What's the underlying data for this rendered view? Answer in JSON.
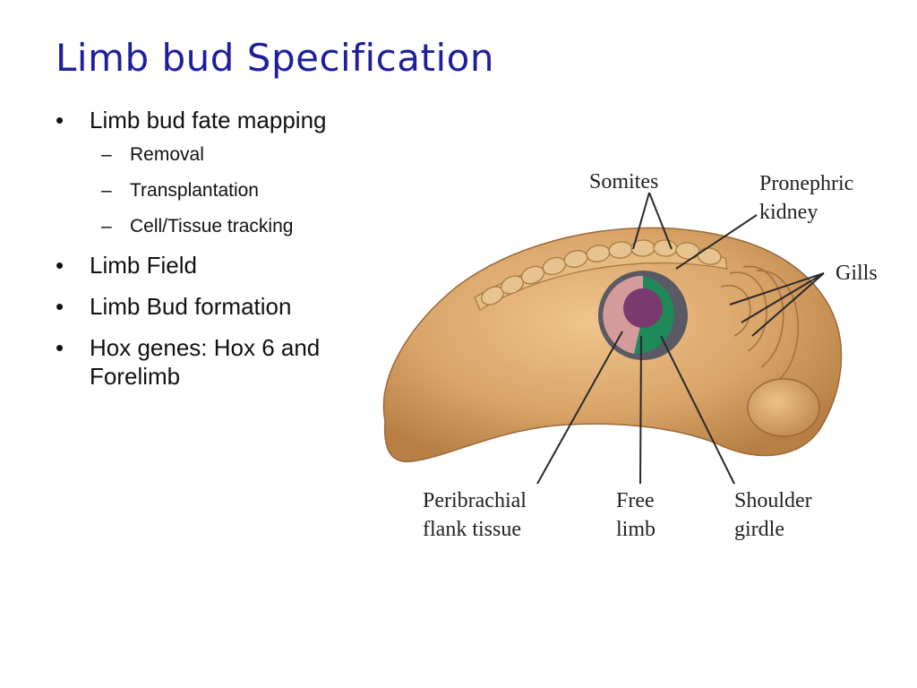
{
  "slide": {
    "title": "Limb bud Specification",
    "bullets": [
      {
        "text": "Limb bud fate mapping",
        "sub": [
          "Removal",
          "Transplantation",
          "Cell/Tissue tracking"
        ]
      },
      {
        "text": "Limb Field"
      },
      {
        "text": "Limb Bud formation"
      },
      {
        "text": "Hox genes: Hox 6 and Forelimb"
      }
    ]
  },
  "diagram": {
    "labels": {
      "somites": "Somites",
      "pronephric_line1": "Pronephric",
      "pronephric_line2": "kidney",
      "gills": "Gills",
      "peribrachial_line1": "Peribrachial",
      "peribrachial_line2": "flank tissue",
      "free_line1": "Free",
      "free_line2": "limb",
      "shoulder_line1": "Shoulder",
      "shoulder_line2": "girdle"
    },
    "colors": {
      "embryo": "#d9a468",
      "somite": "#e3bd85",
      "ring_outer": "#5a5a64",
      "peribrachial": "#d59b9b",
      "shoulder": "#1e8a5a",
      "free_limb": "#7a3a6e"
    }
  }
}
